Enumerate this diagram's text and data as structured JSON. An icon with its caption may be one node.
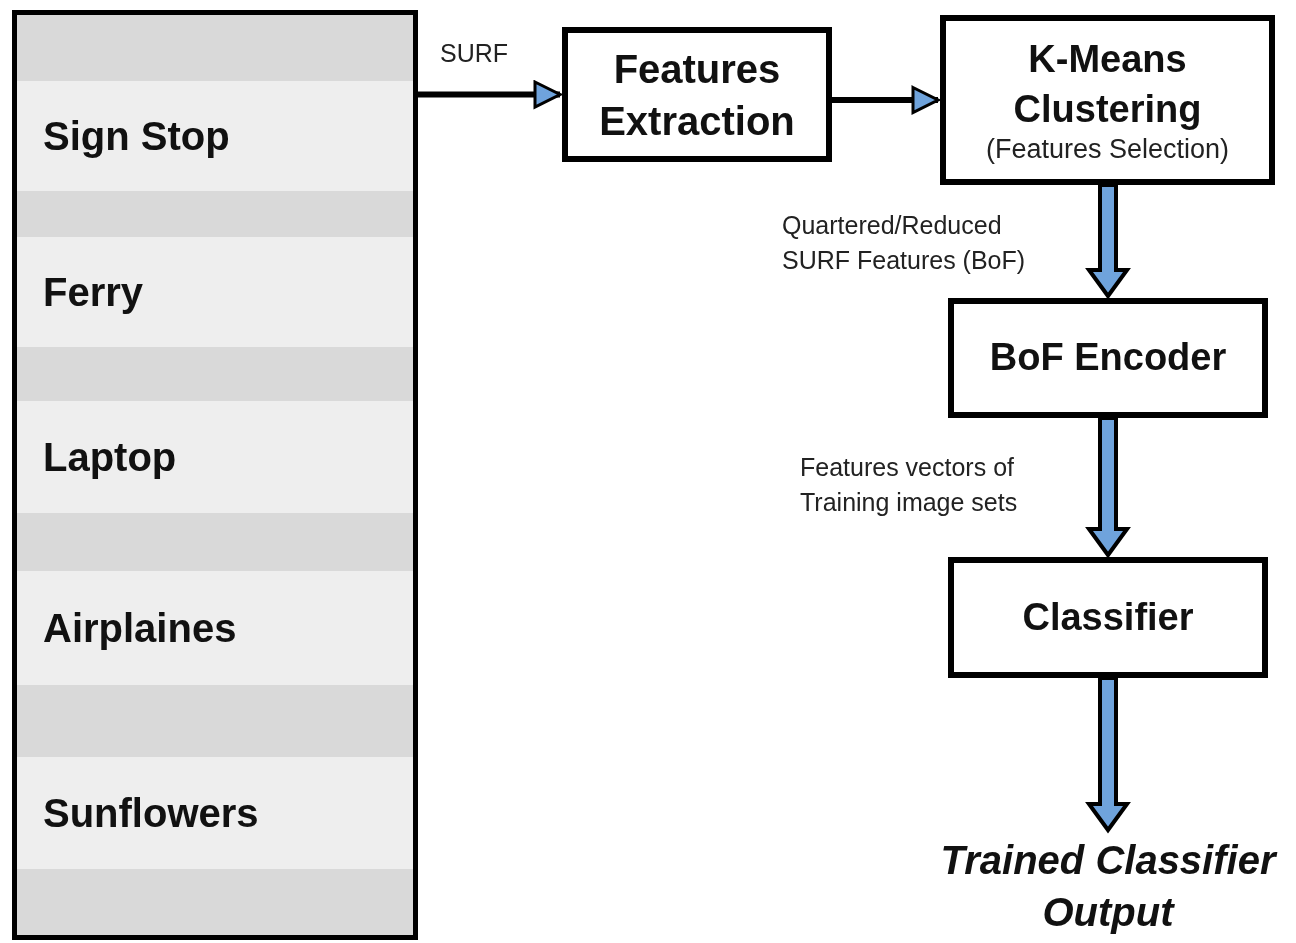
{
  "diagram": {
    "nodes": [
      {
        "text": [],
        "shape": "box"
      },
      {
        "text": [
          "Sign Stop"
        ],
        "in": 0
      },
      {
        "text": [
          "Ferry"
        ],
        "in": 0
      },
      {
        "text": [
          "Laptop"
        ],
        "in": 0
      },
      {
        "text": [
          "Airplaines"
        ],
        "in": 0
      },
      {
        "text": [
          "Sunflowers"
        ],
        "in": 0
      },
      {
        "text": [
          "Features Extraction"
        ]
      },
      {
        "text": [
          "K-Means Clustering",
          "(Features Selection)"
        ]
      },
      {
        "text": [
          "BoF Encoder"
        ]
      },
      {
        "text": [
          "Classifier"
        ]
      },
      {
        "text": [
          "Trained Classifier Output"
        ]
      }
    ],
    "edges": [
      {
        "from": 0,
        "to": 6,
        "arrow": "to",
        "label": "SURF"
      },
      {
        "from": 6,
        "to": 7,
        "arrow": "to"
      },
      {
        "from": 7,
        "to": 8,
        "arrow": "to",
        "label": "Quartered/Reduced SURF Features (BoF)",
        "style": "thick"
      },
      {
        "from": 8,
        "to": 9,
        "arrow": "to",
        "label": "Features vectors of Training image sets",
        "style": "thick"
      },
      {
        "from": 9,
        "to": 10,
        "arrow": "to",
        "style": "thick"
      }
    ]
  }
}
